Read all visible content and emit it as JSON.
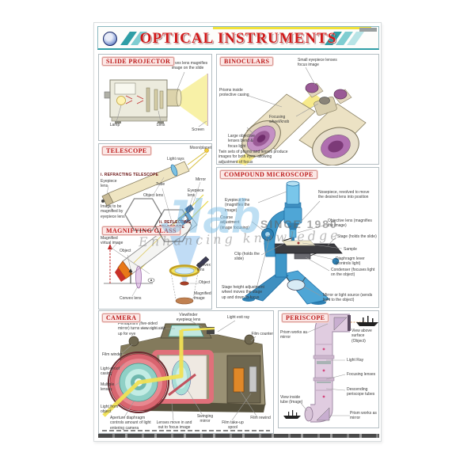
{
  "header": {
    "title": "OPTICAL INSTRUMENTS"
  },
  "watermark": {
    "brand": "Jlab",
    "since": "SINCE 1980",
    "tagline": "Enhancing knowledge"
  },
  "sections": {
    "slide_projector": {
      "title": "SLIDE PROJECTOR",
      "labels": [
        "Convex lens magnifies image on the slide",
        "Lamp",
        "Lens",
        "Screen"
      ]
    },
    "binoculars": {
      "title": "BINOCULARS",
      "labels": [
        "Small eyepiece lenses focus image",
        "Prisms inside protective casing",
        "Focusing wheel/knob",
        "Large objective lenses bend & focus light",
        "Twin sets of prisms and lenses produce images for both eyes, allowing adjustment of focus"
      ]
    },
    "telescope": {
      "title": "TELESCOPE",
      "subtitles": [
        "i. REFRACTING TELESCOPE",
        "ii. REFLECTING TELESCOPE"
      ],
      "labels": [
        "Moon/planet",
        "Light rays",
        "Eyepiece lens",
        "Object lens",
        "Image to be magnified by eyepiece lens",
        "Tube",
        "Mirror",
        "Eyepiece lens"
      ]
    },
    "magnifying_glass": {
      "title": "MAGNIFYING GLASS",
      "labels": [
        "Magnified virtual image",
        "Object",
        "Convex lens",
        "Convex lens",
        "Object",
        "Magnified image"
      ]
    },
    "compound_microscope": {
      "title": "COMPOUND MICROSCOPE",
      "labels": [
        "Eyepiece lens (magnifies the image)",
        "Nosepiece, revolved to move the desired lens into position",
        "Coarse adjustment (image focusing)",
        "Objective lens (magnifies the image)",
        "Stage (holds the slide)",
        "Sample",
        "Clip (holds the slide)",
        "Diaphragm lever (controls light)",
        "Condenser (focuses light on the object)",
        "Stage height adjustment wheel moves the stage up and down to focus",
        "Mirror or light source (sends light to the object)"
      ]
    },
    "camera": {
      "title": "CAMERA",
      "labels": [
        "Pentaprism (five-sided mirror) turns view right side up for eye",
        "Viewfinder eyepiece lens",
        "Light exit ray",
        "Film counter",
        "Film winder",
        "Light-proof casing",
        "Multiple lenses",
        "Light from object",
        "Aperture diaphragm controls amount of light entering camera",
        "Lenses move in and out to focus image",
        "Swinging mirror",
        "Film take-up spool",
        "Film rewind"
      ]
    },
    "periscope": {
      "title": "PERISCOPE",
      "labels": [
        "Prism works as mirror",
        "View above surface (Object)",
        "Light Ray",
        "Focusing lenses",
        "Descending periscope tubes",
        "View inside tube (Image)",
        "Prism works as mirror"
      ]
    }
  }
}
